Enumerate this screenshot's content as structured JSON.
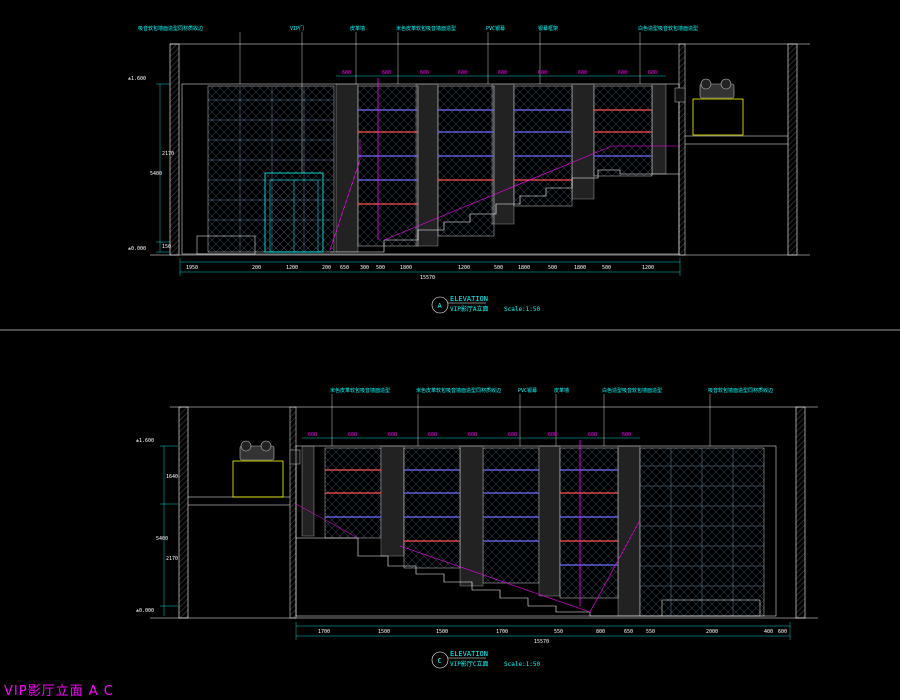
{
  "sheet_title": "VIP影厅立面 A C",
  "separator_color": "#c8c8c8",
  "colors": {
    "outline": "#ffffff",
    "cyan": "#00ffff",
    "magenta": "#ff00ff",
    "red": "#ff5050",
    "blue": "#6a6aff",
    "yellow": "#ffff00"
  },
  "elevation_a": {
    "marker": "A",
    "title": "ELEVATION",
    "subtitle": "VIP影厅A立面",
    "scale": "Scale:1:50",
    "level_top": "±1.600",
    "level_bottom": "±0.000",
    "height_labels": [
      "5400",
      "2170",
      "150"
    ],
    "callouts": [
      "吸音软包墙面造型同材质收边",
      "VIP门",
      "皮革墙",
      "米色皮革软包吸音墙面造型",
      "PVC银幕",
      "银幕框架",
      "白色造型吸音软包墙面造型"
    ],
    "top_dims": [
      "600",
      "600",
      "600",
      "600",
      "600",
      "600",
      "600",
      "600",
      "600"
    ],
    "bottom_dims": [
      "1950",
      "200",
      "1200",
      "200",
      "650",
      "300",
      "500",
      "1800",
      "1200",
      "500",
      "1800",
      "500",
      "1800",
      "500",
      "1200"
    ],
    "total_dim": "15570"
  },
  "elevation_c": {
    "marker": "C",
    "title": "ELEVATION",
    "subtitle": "VIP影厅C立面",
    "scale": "Scale:1:50",
    "level_top": "±1.600",
    "level_bottom": "±0.000",
    "height_labels": [
      "1640",
      "5400",
      "2170"
    ],
    "callouts": [
      "米色皮革软包吸音墙面造型",
      "米色皮革软包吸音墙面造型同材质收边",
      "PVC银幕",
      "皮革墙",
      "白色造型吸音软包墙面造型",
      "吸音软包墙面造型同材质收边"
    ],
    "top_dims": [
      "600",
      "600",
      "600",
      "600",
      "600",
      "600",
      "600",
      "600",
      "600"
    ],
    "bottom_dims": [
      "1700",
      "1500",
      "1500",
      "1700",
      "550",
      "800",
      "650",
      "550",
      "2000",
      "400",
      "600"
    ],
    "total_dim": "15570"
  }
}
